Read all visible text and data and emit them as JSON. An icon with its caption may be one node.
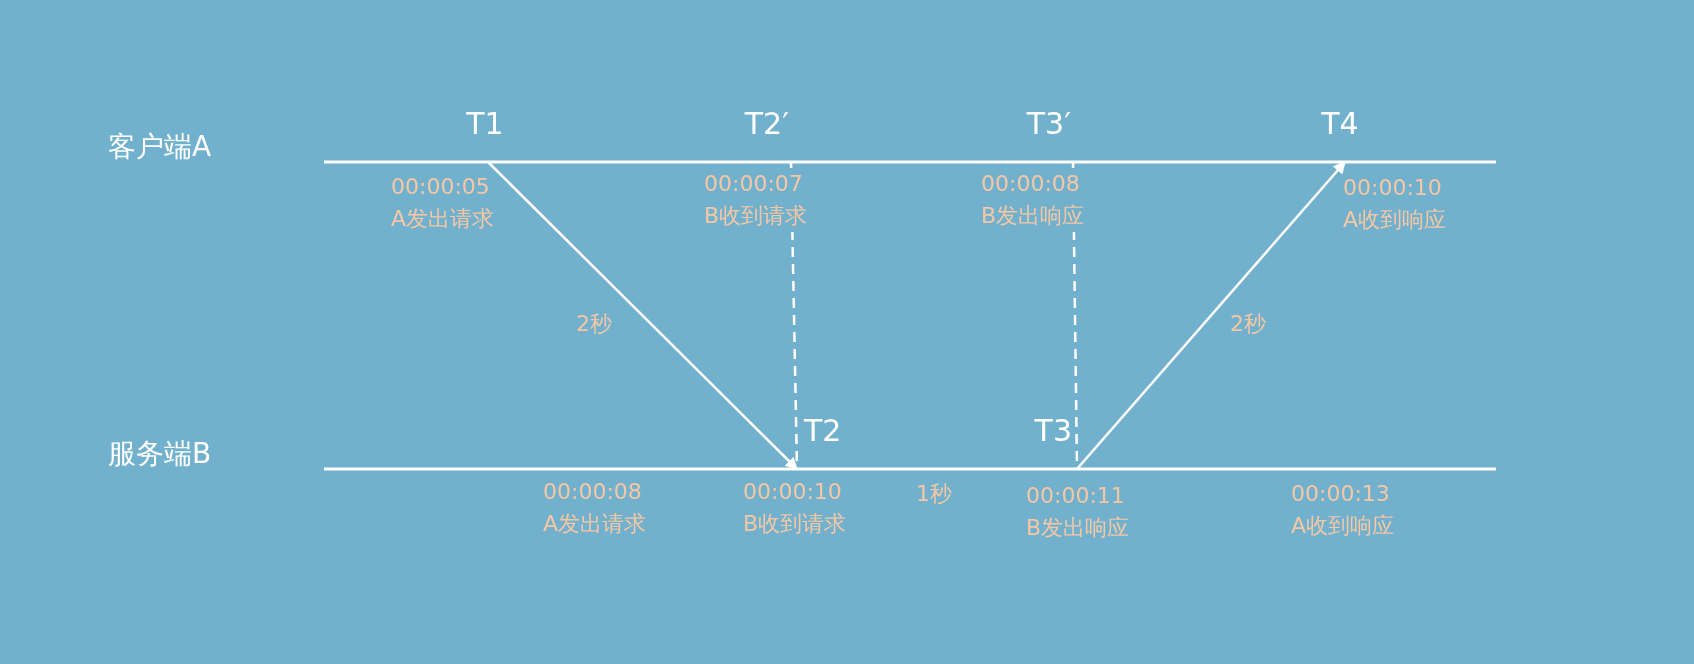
{
  "diagram": {
    "nodes": [
      {
        "text": [
          "T1"
        ],
        "beside": [
          "00:00:05",
          "A发出请求"
        ]
      },
      {
        "text": [
          "T2′"
        ],
        "beside": [
          "00:00:07",
          "B收到请求"
        ]
      },
      {
        "text": [
          "T3′"
        ],
        "beside": [
          "00:00:08",
          "B发出响应"
        ]
      },
      {
        "text": [
          "T4"
        ],
        "beside": [
          "00:00:10",
          "A收到响应"
        ]
      },
      {
        "text": [
          "T2"
        ],
        "beside": [
          "00:00:10",
          "B收到请求"
        ]
      },
      {
        "text": [
          "T3"
        ],
        "beside": [
          "00:00:11",
          "B发出响应"
        ]
      }
    ],
    "edges": [
      {
        "from": 0,
        "to": 4,
        "arrow": "to",
        "label": "2秒"
      },
      {
        "from": 1,
        "to": 4,
        "arrow": "none",
        "style": "dashed"
      },
      {
        "from": 2,
        "to": 5,
        "arrow": "none",
        "style": "dashed"
      },
      {
        "from": 5,
        "to": 3,
        "arrow": "to",
        "label": "2秒"
      }
    ],
    "labels": [
      "客户端A",
      "服务端B",
      "00:00:08",
      "A发出请求",
      "1秒",
      "00:00:13",
      "A收到响应"
    ]
  }
}
